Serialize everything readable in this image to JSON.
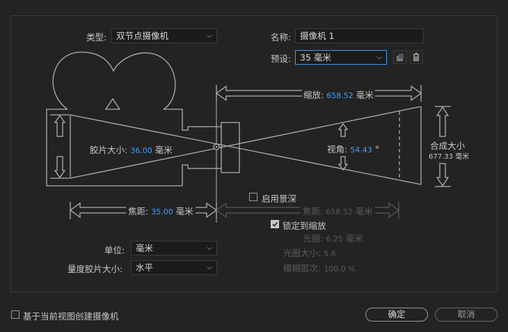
{
  "type_label": "类型:",
  "type_value": "双节点摄像机",
  "name_label": "名称:",
  "name_value": "摄像机 1",
  "preset_label": "预设:",
  "preset_value": "35 毫米",
  "diagram": {
    "zoom_label": "缩放:",
    "zoom_value": "658.52",
    "zoom_unit": "毫米",
    "film_label": "胶片大小:",
    "film_value": "36.00",
    "film_unit": "毫米",
    "angle_label": "视角:",
    "angle_value": "54.43",
    "angle_unit": "°",
    "comp_label": "合成大小",
    "comp_value": "677.33",
    "comp_unit": "毫米",
    "focal_label": "焦距:",
    "focal_value": "35.00",
    "focal_unit": "毫米"
  },
  "dof": {
    "enable_label": "启用景深",
    "focus_dist_label": "焦距:",
    "focus_dist_value": "658.52",
    "focus_dist_unit": "毫米",
    "lock_label": "锁定到缩放",
    "aperture_label": "光圈:",
    "aperture_value": "6.25",
    "aperture_unit": "毫米",
    "fstop_label": "光圈大小:",
    "fstop_value": "5.6",
    "blur_label": "模糊层次:",
    "blur_value": "100.0 %"
  },
  "units_label": "单位:",
  "units_value": "毫米",
  "measure_label": "量度胶片大小:",
  "measure_value": "水平",
  "bottom_check_label": "基于当前视图创建摄像机",
  "ok_label": "确定",
  "cancel_label": "取消",
  "colors": {
    "accent": "#3d9eff",
    "bg": "#232323",
    "line": "#b0b0b0"
  }
}
